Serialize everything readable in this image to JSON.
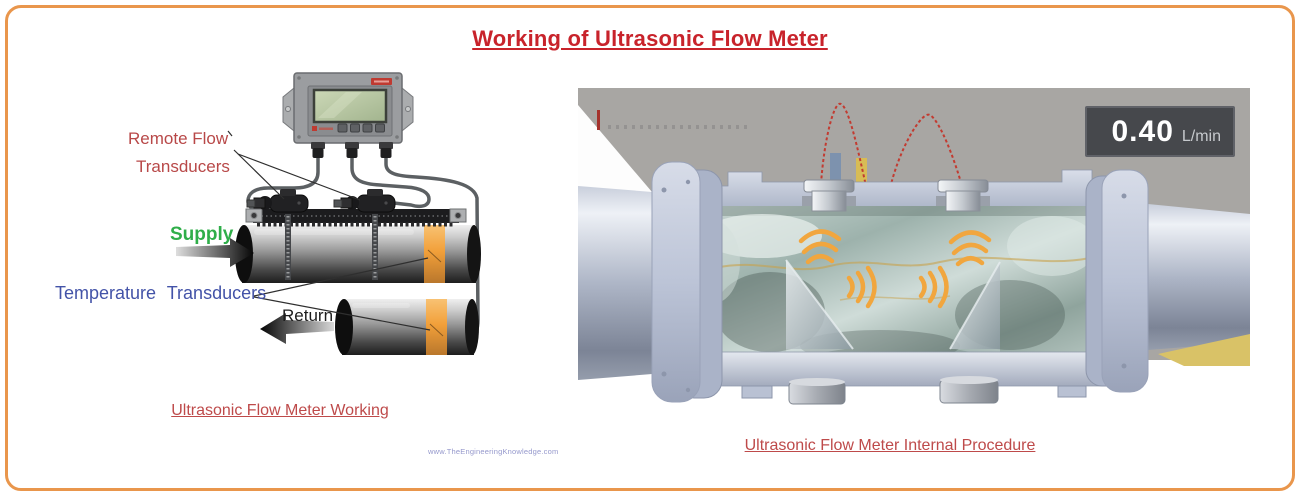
{
  "title": "Working of Ultrasonic Flow Meter",
  "left_panel": {
    "labels": {
      "remote_flow_line1": "Remote Flow",
      "remote_flow_line2": "Transducers",
      "supply": "Supply",
      "temperature": "Temperature Transducers",
      "return_flow": "Return"
    },
    "caption": "Ultrasonic Flow Meter Working",
    "icons": {
      "supply_arrow": "right-arrow",
      "return_arrow": "left-arrow"
    }
  },
  "right_panel": {
    "flow_display": {
      "value": "0.40",
      "unit": "L/min"
    },
    "caption": "Ultrasonic Flow Meter Internal Procedure",
    "icons": {
      "ultrasonic_waves": "sound-wave-arcs",
      "sensor_wires": "red-dashed-wires"
    }
  },
  "watermark": "www.TheEngineeringKnowledge.com",
  "colors": {
    "frame_orange": "#e9964c",
    "title_red": "#c8232b",
    "caption_red": "#be4a4a",
    "label_red": "#b84848",
    "label_green": "#2fae49",
    "label_blue": "#4353a8",
    "watermark_blue": "#9598cc",
    "band_orange": "#f2a03a",
    "wave_orange": "#f1a63e",
    "wire_red": "#c23b31",
    "display_bg": "#46484c",
    "render_bg": "#a8a6a3"
  }
}
